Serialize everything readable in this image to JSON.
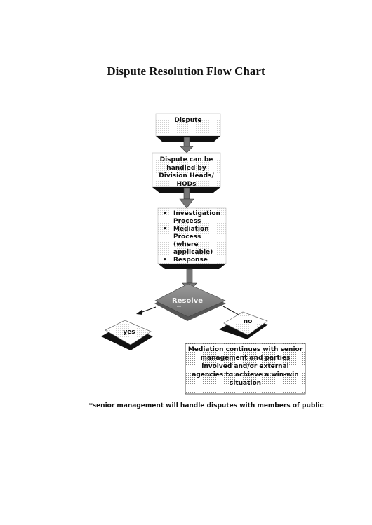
{
  "title": "Dispute Resolution Flow Chart",
  "nodes": {
    "dispute": "Dispute",
    "division": "Dispute can be handled by Division Heads/ HODs",
    "process_items": [
      "Investigation Process",
      "Mediation Process (where applicable)",
      "Response"
    ],
    "resolve": "Resolve",
    "yes": "yes",
    "no": "no",
    "mediation": "Mediation continues with senior management and parties involved and/or external agencies to achieve a win-win situation"
  },
  "footnote": "*senior management will handle disputes with members of public"
}
